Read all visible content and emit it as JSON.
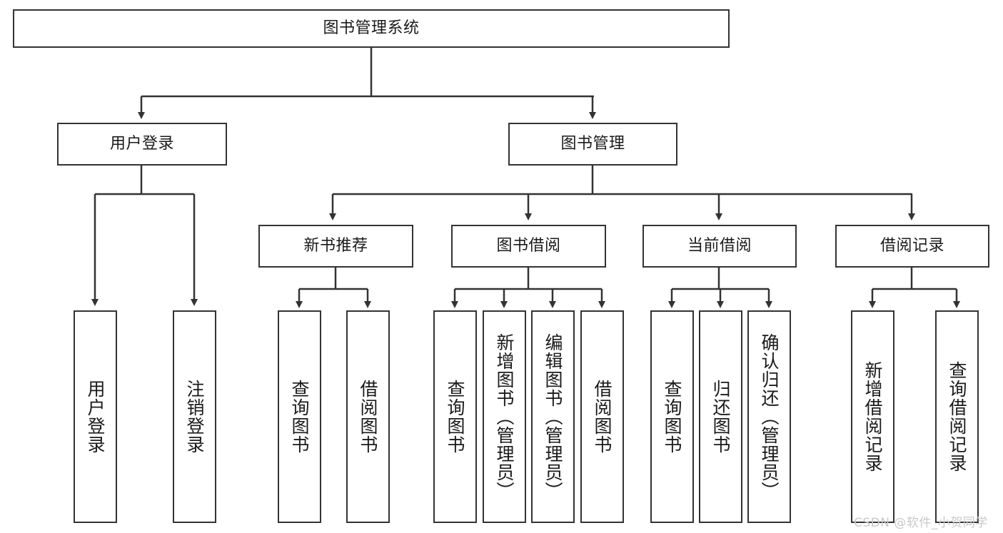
{
  "diagram": {
    "title": "图书管理系统",
    "type": "tree-hierarchy",
    "root": {
      "label": "图书管理系统"
    },
    "level2": [
      {
        "label": "用户登录"
      },
      {
        "label": "图书管理"
      }
    ],
    "level3": [
      {
        "label": "新书推荐"
      },
      {
        "label": "图书借阅"
      },
      {
        "label": "当前借阅"
      },
      {
        "label": "借阅记录"
      }
    ],
    "leaves": {
      "user_login": [
        {
          "label": "用户登录"
        },
        {
          "label": "注销登录"
        }
      ],
      "new_book_recommend": [
        {
          "label": "查询图书"
        },
        {
          "label": "借阅图书"
        }
      ],
      "book_borrow": [
        {
          "label": "查询图书"
        },
        {
          "label": "新增图书（管理员）"
        },
        {
          "label": "编辑图书（管理员）"
        },
        {
          "label": "借阅图书"
        }
      ],
      "current_borrow": [
        {
          "label": "查询图书"
        },
        {
          "label": "归还图书"
        },
        {
          "label": "确认归还（管理员）"
        }
      ],
      "borrow_record": [
        {
          "label": "新增借阅记录"
        },
        {
          "label": "查询借阅记录"
        }
      ]
    }
  },
  "watermark": {
    "text": "CSDN @软件_小贺同学"
  },
  "colors": {
    "stroke": "#333333",
    "fill": "#ffffff",
    "text": "#1a1a1a",
    "watermark": "#c9c9c9"
  }
}
